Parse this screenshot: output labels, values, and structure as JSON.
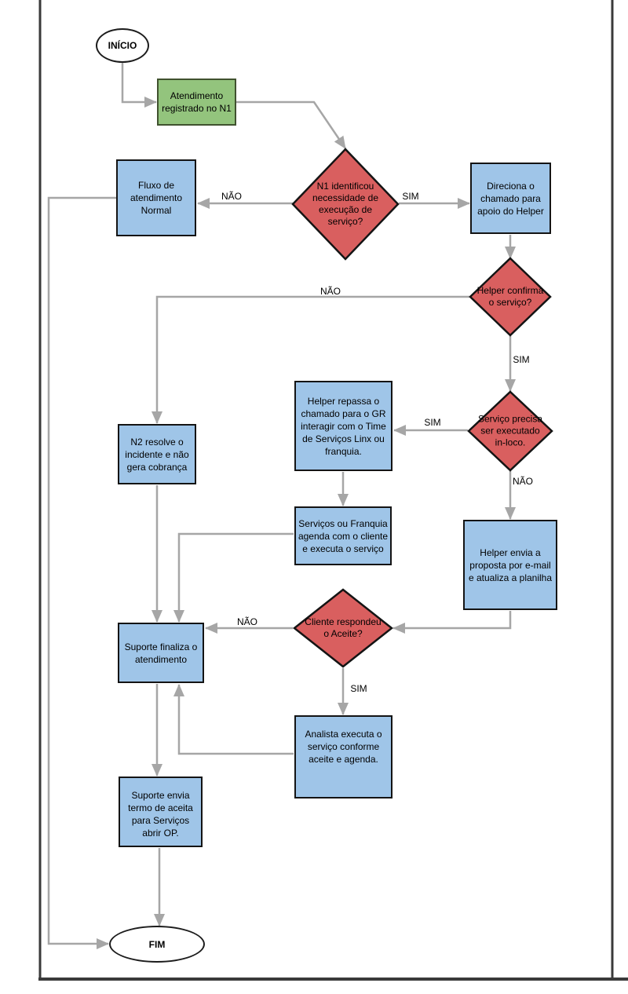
{
  "flowchart": {
    "terminators": {
      "start": "INÍCIO",
      "end": "FIM"
    },
    "processes": {
      "atendimento": "Atendimento registrado no N1",
      "fluxo_normal": "Fluxo de atendimento Normal",
      "direciona": "Direciona o chamado para apoio do Helper",
      "n2_resolve": "N2 resolve o incidente e não gera cobrança",
      "helper_repassa": "Helper repassa o chamado para o GR interagir com o Time de Serviços Linx ou franquia.",
      "servicos_agenda": "Serviços ou Franquia agenda com o cliente e executa o serviço",
      "helper_envia": "Helper envia a proposta por e-mail e atualiza a planilha",
      "suporte_finaliza": "Suporte finaliza o atendimento",
      "analista_executa": "Analista executa o serviço conforme aceite e agenda.",
      "suporte_envia": "Suporte envia termo de aceita para Serviços abrir OP."
    },
    "decisions": {
      "n1_identificou": "N1 identificou necessidade de execução de serviço?",
      "helper_confirma": "Helper confirma o serviço?",
      "servico_inloco": "Serviço precisa ser executado in-loco.",
      "cliente_aceite": "Cliente respondeu o Aceite?"
    },
    "edge_labels": {
      "n1_sim": "SIM",
      "n1_nao": "NÃO",
      "helper_nao": "NÃO",
      "helper_sim": "SIM",
      "inloco_sim": "SIM",
      "inloco_nao": "NÃO",
      "aceite_nao": "NÃO",
      "aceite_sim": "SIM"
    },
    "colors": {
      "process_fill": "#9fc5e8",
      "start_process_fill": "#93c47d",
      "decision_fill": "#d95f5f",
      "connector": "#a6a6a6",
      "frame": "#3a3a3a"
    }
  }
}
